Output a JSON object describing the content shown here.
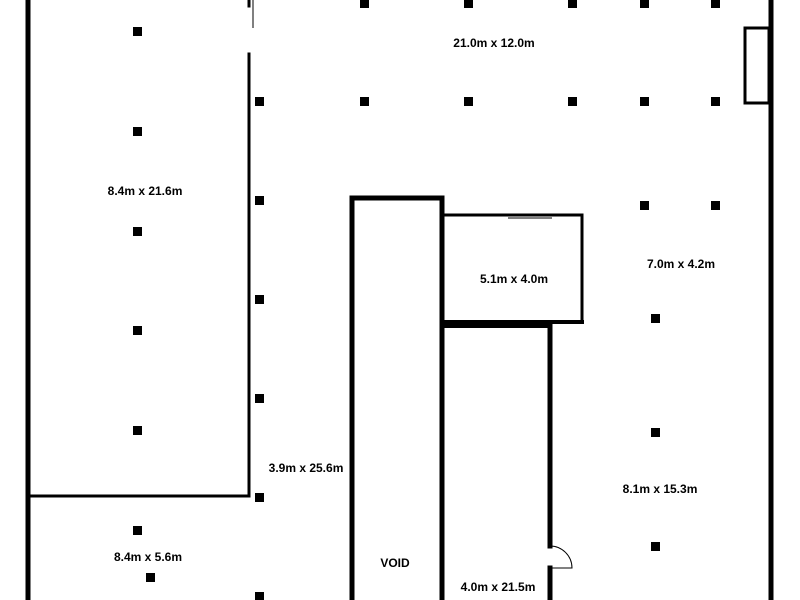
{
  "floorplan": {
    "colors": {
      "wall": "#000000",
      "background": "#ffffff",
      "column": "#000000"
    },
    "rooms": [
      {
        "id": "main-hall",
        "label": "21.0m x 12.0m"
      },
      {
        "id": "west-wing",
        "label": "8.4m x 21.6m"
      },
      {
        "id": "small-office",
        "label": "5.1m x 4.0m"
      },
      {
        "id": "east-bay",
        "label": "7.0m x 4.2m"
      },
      {
        "id": "corridor",
        "label": "3.9m x 25.6m"
      },
      {
        "id": "south-east-hall",
        "label": "8.1m x 15.3m"
      },
      {
        "id": "south-west-room",
        "label": "8.4m x 5.6m"
      },
      {
        "id": "void",
        "label": "VOID"
      },
      {
        "id": "narrow-room",
        "label": "4.0m x 21.5m"
      }
    ]
  }
}
